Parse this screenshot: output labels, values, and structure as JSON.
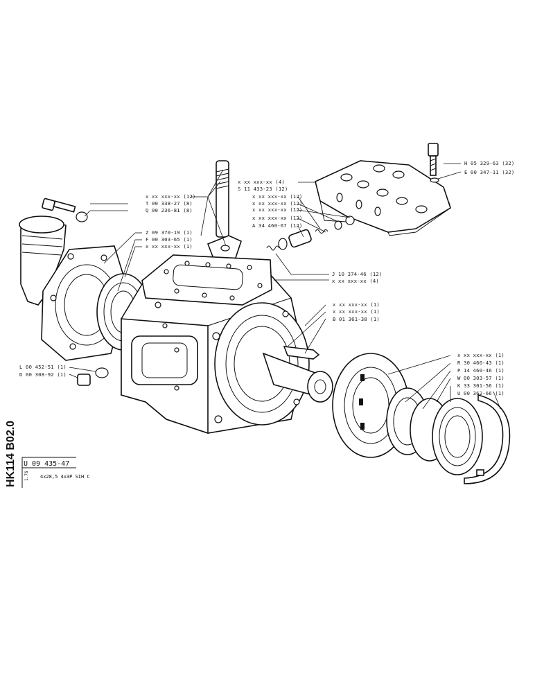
{
  "sheet": {
    "side_code": "HK114 B02.0",
    "assembly_number": "U 09 435-47",
    "date_code": "1.76",
    "description": "4x28,5 4x3P SIH C"
  },
  "labels": {
    "l_h05329": "H 05 329-63 (32)",
    "l_e00347": "E 00 347-11 (32)",
    "l_xx4_top": "x xx xxx-xx (4)",
    "l_s11433": "S 11 433-23 (12)",
    "l_xx12_a": "x xx xxx-xx (12)",
    "l_xx12_b": "x xx xxx-xx (12)",
    "l_xx12_c": "x xx xxx-xx (12)",
    "l_xx12_d": "x xx xxx-xx (12)",
    "l_a34460": "A 34 460-67 (12)",
    "l_xx12_left": "x xx xxx-xx (12)",
    "l_t00338": "T 00 338-27 (8)",
    "l_q00236": "Q 00 236-81 (8)",
    "l_z09370": "Z 09 370-19 (1)",
    "l_f00303": "F 00 303-65 (1)",
    "l_xx1_left": "x xx xxx-xx (1)",
    "l_j10374": "J 10 374-46 (12)",
    "l_xx4_mid": "x xx xxx-xx (4)",
    "l_xx1_r1": "x xx xxx-xx (1)",
    "l_xx1_r2": "x xx xxx-xx (1)",
    "l_b01361": "B 01 361-38 (1)",
    "l_l00452": "L 00 452-51 (1)",
    "l_d00308": "D 00 308-92 (1)",
    "l_xx1_br": "x xx xxx-xx (1)",
    "l_r30460": "R 30 460-43 (1)",
    "l_p14460": "P 14 460-46 (1)",
    "l_w00303": "W 00 303-57 (1)",
    "l_k33301": "K 33 301-56 (1)",
    "l_u00362": "U 00 362-66 (1)"
  }
}
